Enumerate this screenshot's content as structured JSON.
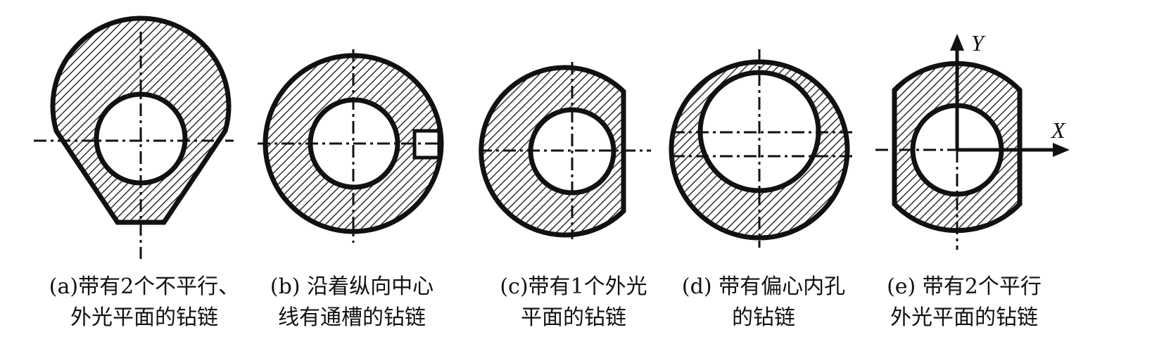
{
  "figures": [
    {
      "id": "a",
      "caption": [
        "(a)带有2个不平行、",
        "外光平面的钻链"
      ]
    },
    {
      "id": "b",
      "caption": [
        "(b) 沿着纵向中心",
        "线有通槽的钻链"
      ]
    },
    {
      "id": "c",
      "caption": [
        "(c)带有1个外光",
        "平面的钻链"
      ]
    },
    {
      "id": "d",
      "caption": [
        "(d) 带有偏心内孔",
        "的钻链"
      ]
    },
    {
      "id": "e",
      "caption": [
        "(e) 带有2个平行",
        "外光平面的钻链"
      ]
    }
  ],
  "axes": {
    "x_label": "X",
    "y_label": "Y"
  },
  "colors": {
    "ink": "#111111",
    "background": "#ffffff"
  }
}
